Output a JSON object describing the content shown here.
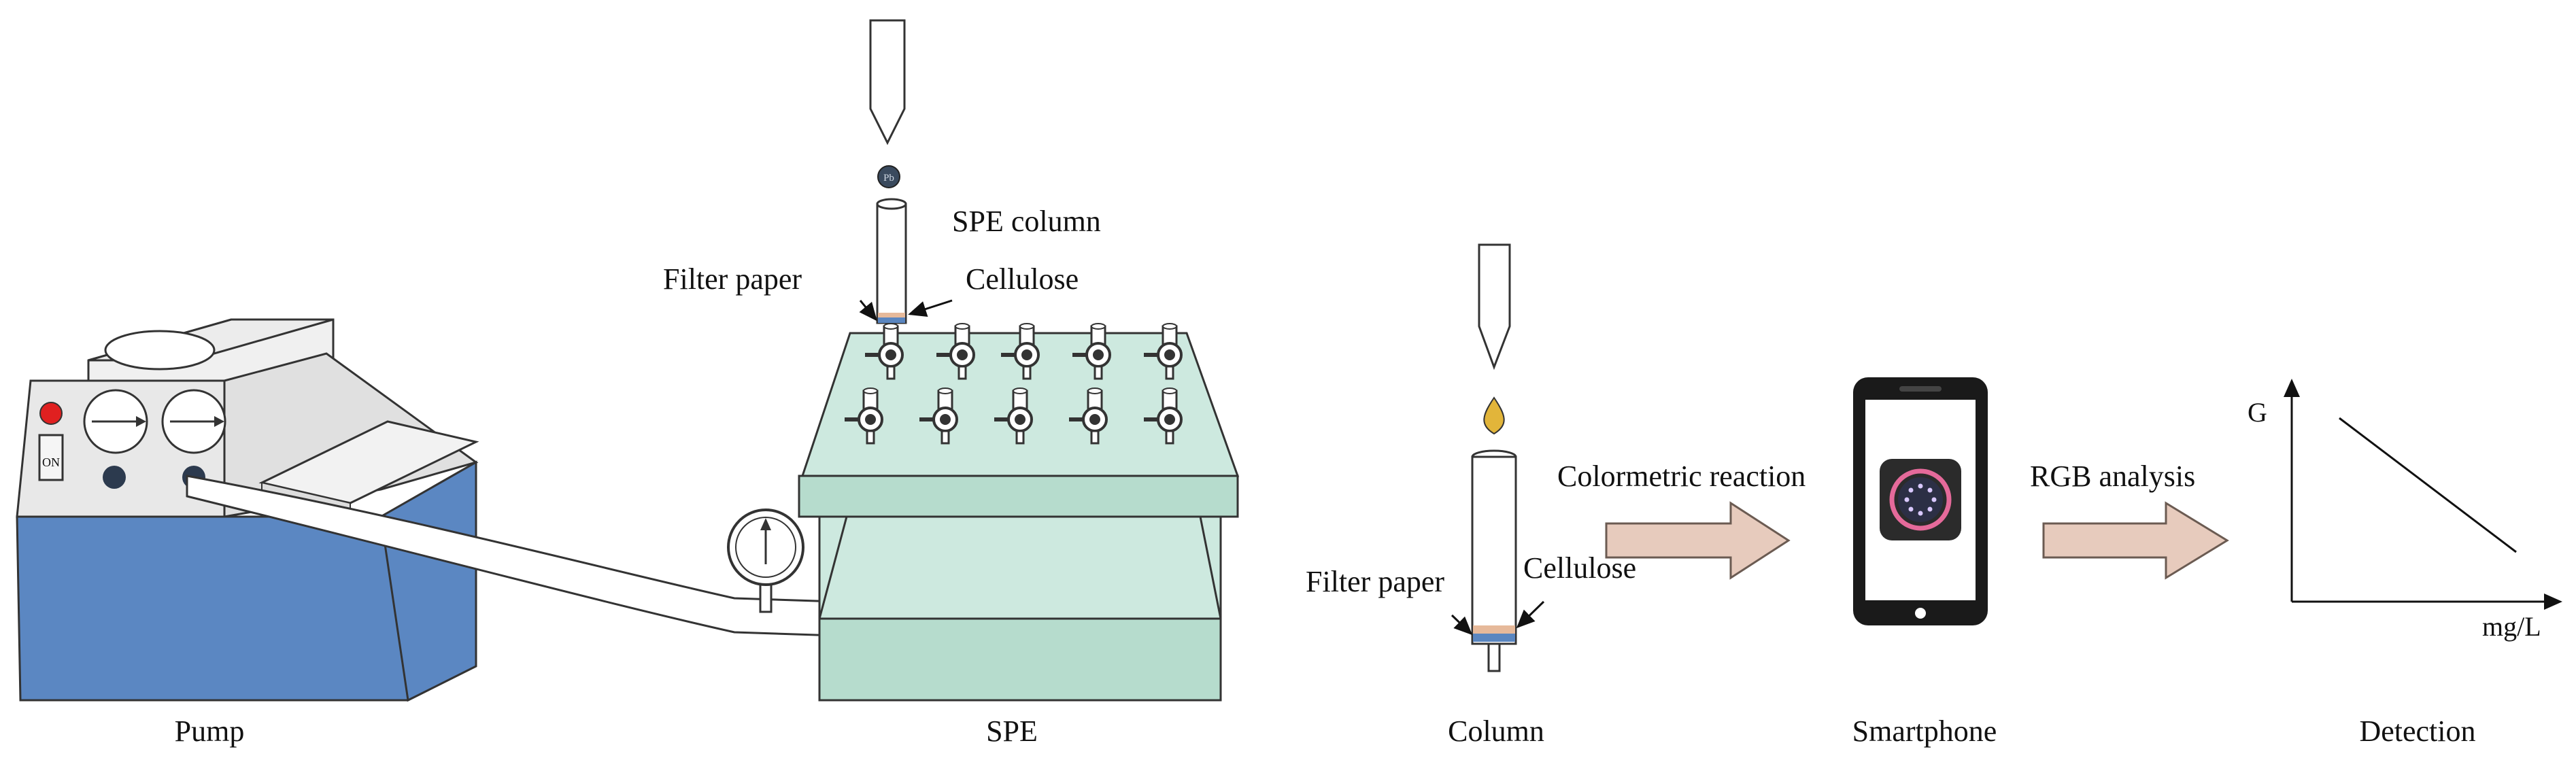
{
  "labels": {
    "pump": "Pump",
    "spe": "SPE",
    "column": "Column",
    "smartphone": "Smartphone",
    "detection": "Detection",
    "spe_column": "SPE column",
    "filter_paper_spe": "Filter paper",
    "cellulose_spe": "Cellulose",
    "filter_paper_column": "Filter paper",
    "cellulose_column": "Cellulose",
    "colorimetric_reaction": "Colormetric reaction",
    "rgb_analysis": "RGB analysis",
    "graph_y": "G",
    "graph_x": "mg/L",
    "pump_switch": "ON",
    "drop_symbol": "Pb"
  },
  "colors": {
    "pump_body": "#5b87c2",
    "pump_top": "#e6e6e6",
    "red_light": "#e02020",
    "knob": "#2c3a4e",
    "manifold": "#cde9df",
    "manifold_dark": "#b6dccd",
    "arrow": "#e7cbbd",
    "arrow_stroke": "#6b5b52",
    "cellulose": "#e6b99a",
    "filter": "#5a86c0",
    "drop": "#e2b53a",
    "phone": "#1a1a1a",
    "app_bg": "#2b2b2b",
    "app_ring": "#e56a9a"
  },
  "icons": [
    "pipette-icon",
    "droplet-icon",
    "pressure-gauge-icon",
    "app-icon",
    "stopcock-icon"
  ]
}
